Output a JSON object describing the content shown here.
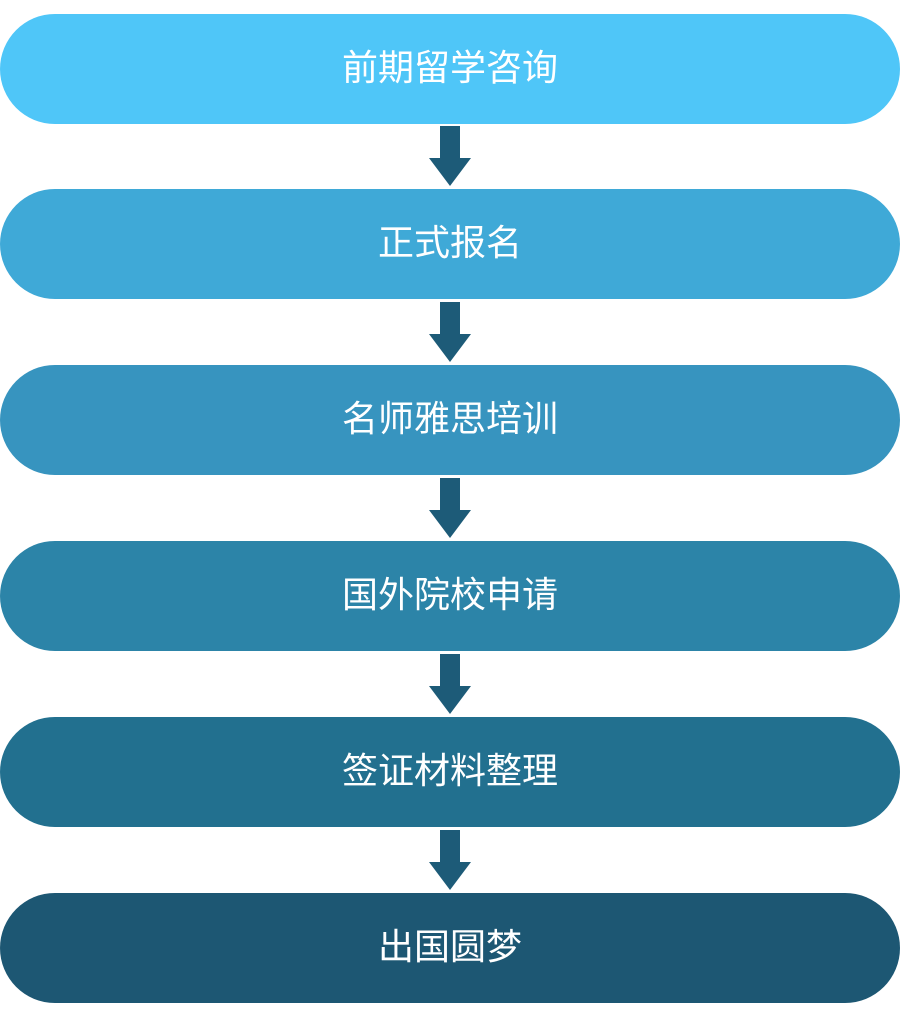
{
  "flowchart": {
    "steps": [
      {
        "label": "前期留学咨询",
        "color": "#4FC6F8"
      },
      {
        "label": "正式报名",
        "color": "#3FA9D7"
      },
      {
        "label": "名师雅思培训",
        "color": "#3794BF"
      },
      {
        "label": "国外院校申请",
        "color": "#2C84A8"
      },
      {
        "label": "签证材料整理",
        "color": "#22708F"
      },
      {
        "label": "出国圆梦",
        "color": "#1D5773"
      }
    ],
    "arrow_color": "#1D5B78"
  }
}
